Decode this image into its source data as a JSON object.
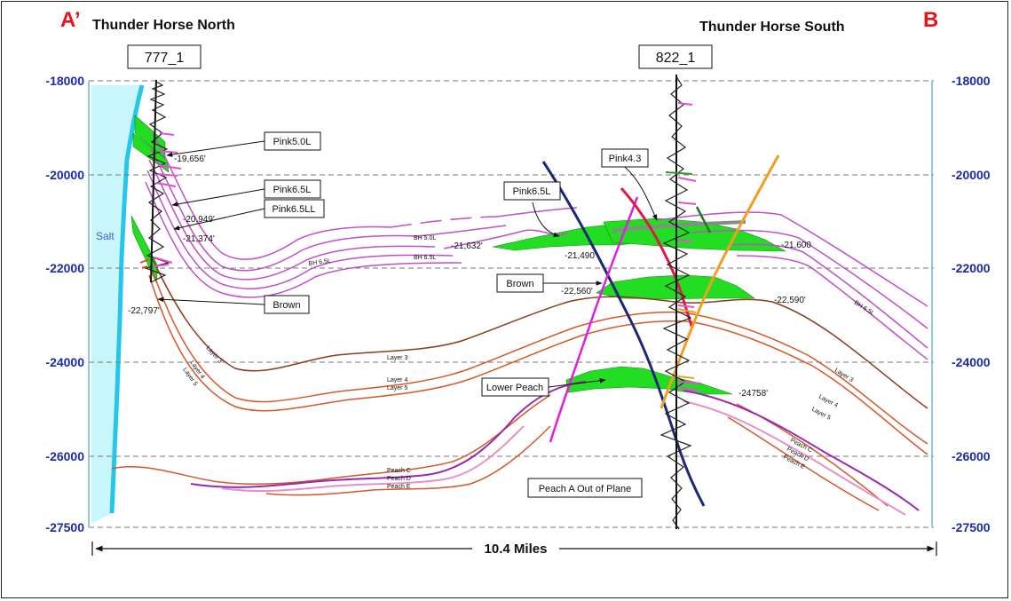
{
  "corner_labels": {
    "left": "A’",
    "right": "B"
  },
  "titles": {
    "north": "Thunder Horse North",
    "south": "Thunder Horse South"
  },
  "wells": [
    "777_1",
    "822_1"
  ],
  "depth_ticks": [
    "-18000",
    "-20000",
    "-22000",
    "-24000",
    "-26000",
    "-27500"
  ],
  "salt_label": "Salt",
  "distance_label": "10.4 Miles",
  "callouts": {
    "pink50l": "Pink5.0L",
    "pink65l_left": "Pink6.5L",
    "pink65ll": "Pink6.5LL",
    "brown_left": "Brown",
    "pink43": "Pink4.3",
    "pink65l_right": "Pink6.5L",
    "brown_right": "Brown",
    "lower_peach": "Lower Peach",
    "peach_a": "Peach A Out of Plane"
  },
  "depth_annotations": {
    "a1": "-19,656'",
    "a2": "-20,949'",
    "a3": "-21,374'",
    "a4": "-22,797'",
    "b1": "-21,632'",
    "b2": "-21,490'",
    "b3": "-21,600",
    "b4": "-22,560'",
    "b5": "-22,590'",
    "b6": "-24758'"
  },
  "horizon_labels": {
    "bh50l": "BH 5.0L",
    "bh65l_a": "BH 6.5L",
    "bh65l_b": "BH 6.5L",
    "bh65l_c": "BH 6.5L",
    "layer3_a": "Layer 3",
    "layer4_a": "Layer 4",
    "layer5_a": "Layer 5",
    "layer3_b": "Layer 3",
    "layer4_b": "Layer 4",
    "layer5_b": "Layer 5",
    "layer3_c": "Layer 3",
    "layer4_c": "Layer 4",
    "layer5_c": "Layer 5",
    "peachc_a": "Peach C",
    "peachd_a": "Peach D",
    "peache_a": "Peach E",
    "peachc_b": "Peach C",
    "peachd_b": "Peach D",
    "peache_b": "Peach E"
  },
  "colors": {
    "accent_red": "#e8141c",
    "axis_blue": "#1a2aa8",
    "salt_fill": "#c8f6fb",
    "salt_edge": "#25c6ea",
    "pink_horizon": "#c050c8",
    "reservoir_green": "#22dd22",
    "brown_horizon": "#8b3a1e",
    "layer_orange": "#d4582a",
    "peach_purple": "#9a28b0",
    "fault_navy": "#1c2878",
    "fault_magenta": "#e020d8",
    "fault_red": "#e01848",
    "fault_orange": "#f0a020"
  }
}
